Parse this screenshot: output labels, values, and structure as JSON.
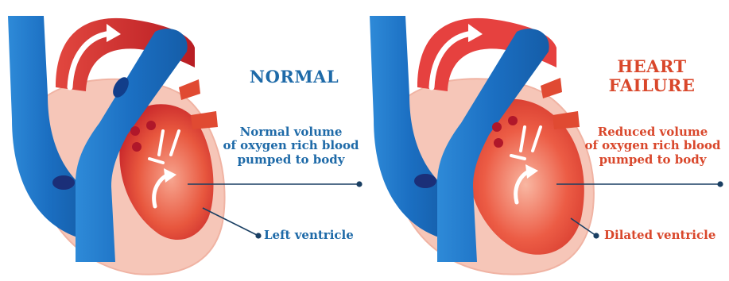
{
  "left_panel": {
    "title": "NORMAL",
    "description_lines": [
      "Normal volume",
      "of oxygen rich blood",
      "pumped to body"
    ],
    "callout": "Left ventricle",
    "accent_color": "#1e6aa8"
  },
  "right_panel": {
    "title_lines": [
      "HEART",
      "FAILURE"
    ],
    "description_lines": [
      "Reduced volume",
      "of oxygen rich blood",
      "pumped to body"
    ],
    "callout": "Dilated ventricle",
    "accent_color": "#d9472b"
  },
  "colors": {
    "vessel_blue": "#1b6fc2",
    "vessel_blue_light": "#2e8ad8",
    "aorta_red": "#c8262a",
    "muscle_pink": "#f6c6b8",
    "chamber_red": "#e3442f",
    "leader_line": "#1a3f63"
  }
}
